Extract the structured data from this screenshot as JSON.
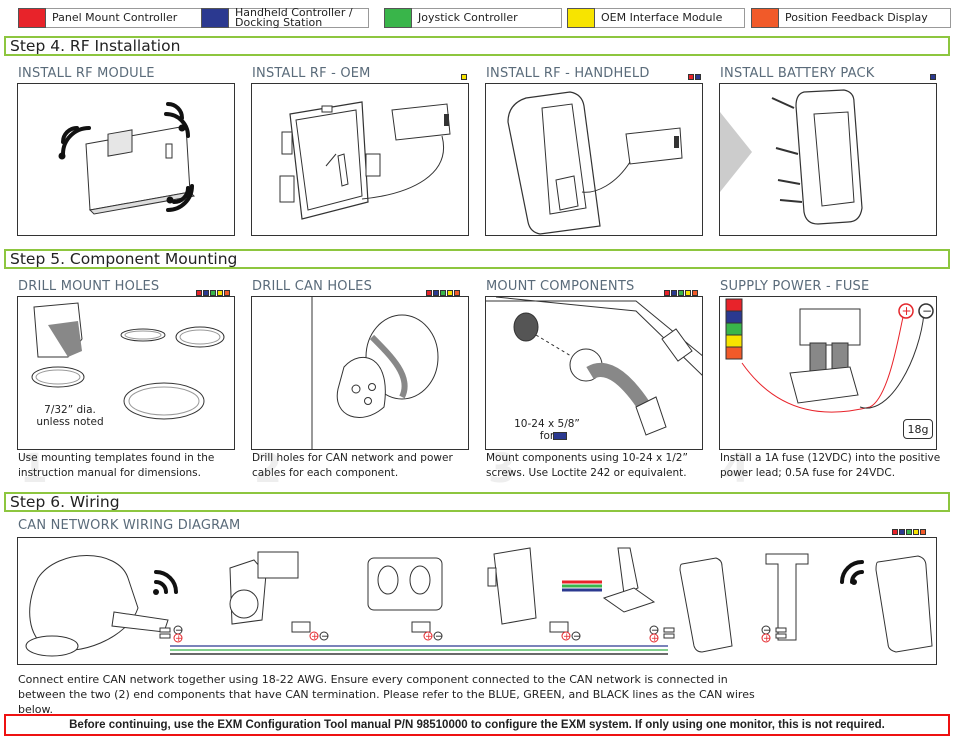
{
  "legend": [
    {
      "label": "Panel Mount Controller",
      "color": "#e8232a"
    },
    {
      "label": "Handheld Controller / Docking Station",
      "color": "#2b3990"
    },
    {
      "label": "Joystick Controller",
      "color": "#39b54a"
    },
    {
      "label": "OEM Interface Module",
      "color": "#f7e400"
    },
    {
      "label": "Position Feedback Display",
      "color": "#f15a29"
    }
  ],
  "step4": {
    "title": "Step 4. RF Installation",
    "panels": [
      "INSTALL RF MODULE",
      "INSTALL RF - OEM",
      "INSTALL RF - HANDHELD",
      "INSTALL BATTERY PACK"
    ]
  },
  "step5": {
    "title": "Step 5. Component Mounting",
    "panels": [
      "DRILL MOUNT HOLES",
      "DRILL CAN HOLES",
      "MOUNT COMPONENTS",
      "SUPPLY POWER - FUSE"
    ],
    "note_drill": "7/32” dia. unless noted",
    "note_screw": "10-24 x 5/8” for",
    "fuse_label": "18g",
    "captions": [
      "Use mounting templates found in the instruction manual for dimensions.",
      "Drill holes for CAN network and power cables for each component.",
      "Mount components using 10-24 x 1/2” screws. Use Loctite 242 or equivalent.",
      "Install a 1A fuse (12VDC) into the positive power lead; 0.5A fuse for 24VDC."
    ],
    "numbers": [
      "1",
      "2",
      "3",
      "4"
    ]
  },
  "step6": {
    "title": "Step 6. Wiring",
    "panel": "CAN NETWORK WIRING DIAGRAM",
    "caption": "Connect entire CAN network together using 18-22 AWG. Ensure every component connected to the CAN network is connected in between the two (2) end components that have CAN termination. Please refer to the BLUE, GREEN, and BLACK lines as the CAN wires below."
  },
  "warning": "Before continuing, use the EXM Configuration Tool manual P/N 98510000 to configure the EXM system. If only using one monitor, this is not required.",
  "colors": {
    "green": "#8dc63f",
    "red": "#e11",
    "plus": "#e4262b"
  }
}
